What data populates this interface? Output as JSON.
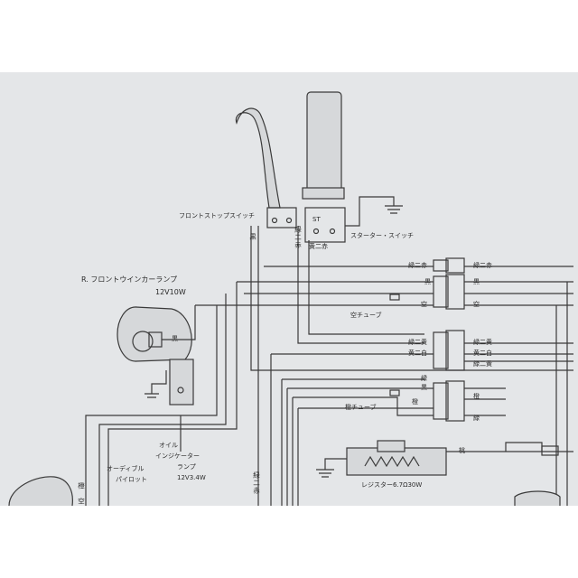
{
  "labels": {
    "front_stop_switch": "フロントストップスイッチ",
    "st_mark": "ST",
    "starter_switch": "スターター・スイッチ",
    "r_front_winker_lamp": "R. フロントウインカーランプ",
    "winker_lamp_rating": "12V10W",
    "sky_tube": "空チューブ",
    "orange_tube": "橙チューブ",
    "oil_indicator_lamp_line1": "オイル",
    "oil_indicator_lamp_line2": "インジケーター",
    "oil_indicator_lamp_line3": "ランプ",
    "oil_indicator_lamp_rating": "12V3.4W",
    "audible_pilot_line1": "オーディブル",
    "audible_pilot_line2": "パイロット",
    "resistor": "レジスター6.7Ω30W"
  },
  "wire_codes": {
    "green_red": "緑二赤",
    "yellow_red": "黄二赤",
    "black": "黒",
    "sky": "空",
    "green_yellow": "緑二黄",
    "yellow_white": "黄二白",
    "green": "緑",
    "orange": "橙",
    "peach": "桃",
    "orange_sky": "橙　空"
  }
}
